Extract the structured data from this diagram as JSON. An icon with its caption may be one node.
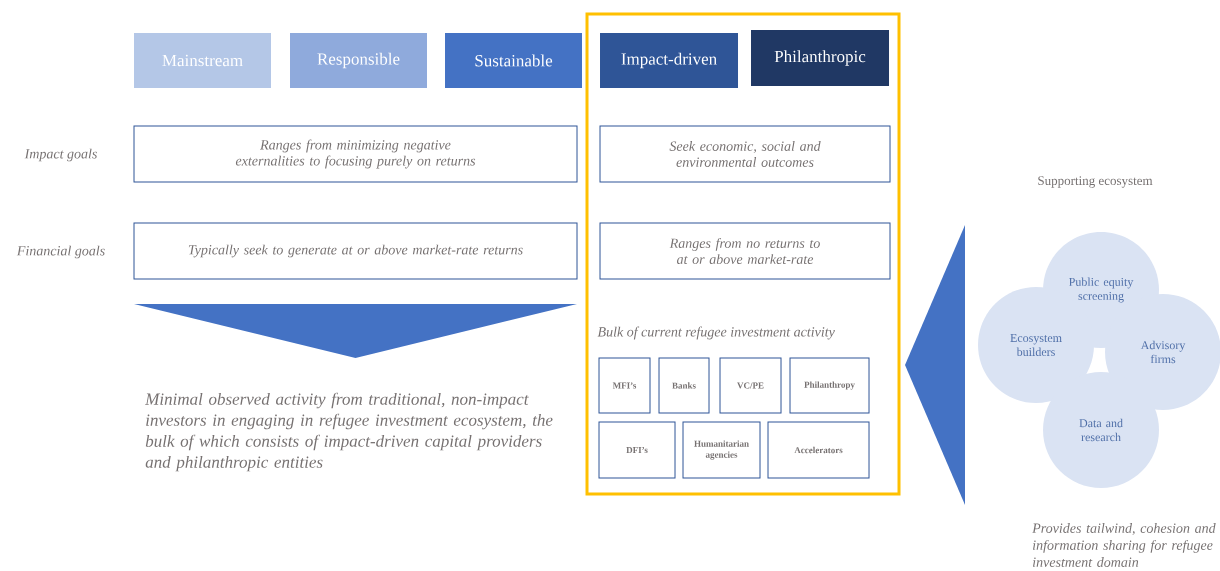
{
  "diagram": {
    "nodes": [
      {
        "text": [
          "Mainstream"
        ]
      },
      {
        "text": [
          "Responsible"
        ]
      },
      {
        "text": [
          "Sustainable"
        ]
      },
      {
        "text": [
          "Bulk of current refugee investment activity"
        ]
      },
      {
        "text": [
          "Impact-driven"
        ],
        "in": 3
      },
      {
        "text": [
          "Philanthropic"
        ],
        "in": 3
      },
      {
        "text": [
          "Ranges from minimizing negative externalities to focusing purely on returns"
        ]
      },
      {
        "text": [
          "Seek economic, social and environmental outcomes"
        ],
        "in": 3
      },
      {
        "text": [
          "Typically seek to generate at or above market-rate returns"
        ]
      },
      {
        "text": [
          "Ranges from no returns to at or above market-rate"
        ],
        "in": 3
      },
      {
        "text": [
          "MFI’s"
        ],
        "in": 3
      },
      {
        "text": [
          "Banks"
        ],
        "in": 3
      },
      {
        "text": [
          "VC/PE"
        ],
        "in": 3
      },
      {
        "text": [
          "Philanthropy"
        ],
        "in": 3
      },
      {
        "text": [
          "DFI’s"
        ],
        "in": 3
      },
      {
        "text": [
          "Humanitarian agencies"
        ],
        "in": 3
      },
      {
        "text": [
          "Accelerators"
        ],
        "in": 3
      },
      {
        "text": [
          "Public equity screening"
        ]
      },
      {
        "text": [
          "Ecosystem builders"
        ]
      },
      {
        "text": [
          "Advisory firms"
        ]
      },
      {
        "text": [
          "Data and research"
        ]
      },
      {
        "text": [],
        "shape": "triangle"
      },
      {
        "text": [],
        "shape": "triangle"
      }
    ],
    "labels": [
      "Impact goals",
      "Financial goals",
      "Minimal observed activity from traditional, non-impact investors in engaging in refugee investment ecosystem, the bulk of which consists of impact-driven capital providers and philanthropic entities",
      "Supporting ecosystem",
      "Provides tailwind, cohesion and information sharing for refugee investment domain"
    ]
  }
}
